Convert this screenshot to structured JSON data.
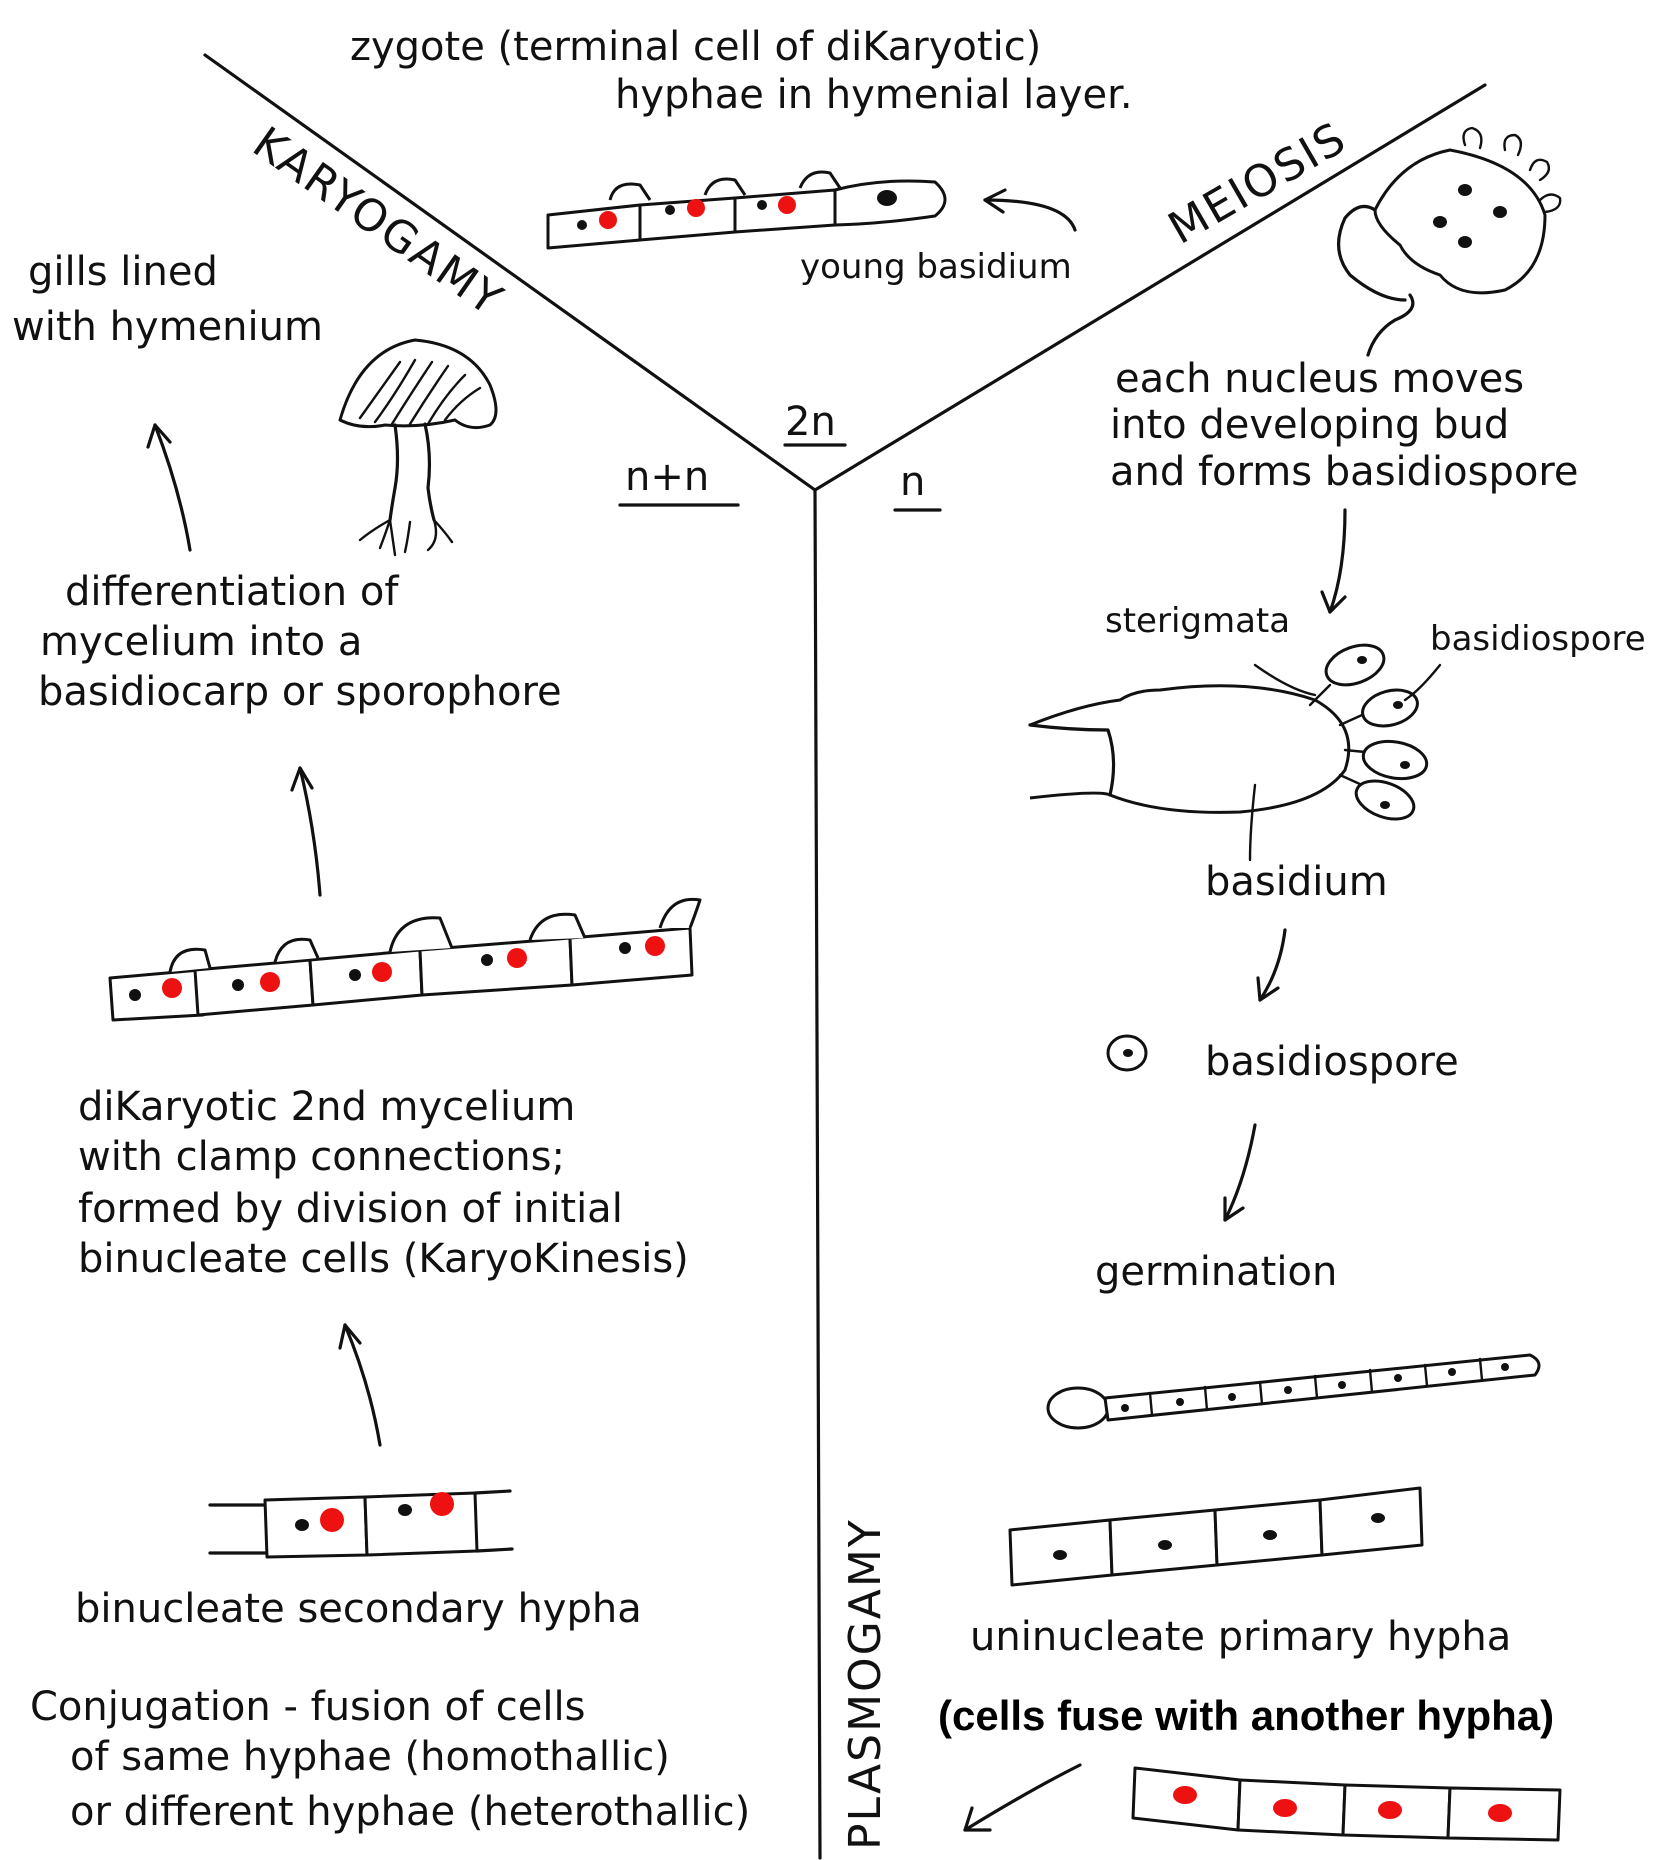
{
  "phases": {
    "karyogamy": "KARYOGAMY",
    "meiosis": "MEIOSIS",
    "plasmogamy": "PLASMOGAMY"
  },
  "ploidy": {
    "diploid": "2n",
    "dikaryon": "n+n",
    "haploid": "n"
  },
  "top": {
    "zygote_line1": "zygote (terminal cell of diKaryotic)",
    "zygote_line2": "hyphae in hymenial layer.",
    "young_basidium": "young basidium"
  },
  "left": {
    "gills_line1": "gills lined",
    "gills_line2": "with hymenium",
    "diff_line1": "differentiation of",
    "diff_line2": "mycelium into a",
    "diff_line3": "basidiocarp or sporophore",
    "dikaryotic_line1": "diKaryotic 2nd mycelium",
    "dikaryotic_line2": "with clamp connections;",
    "dikaryotic_line3": "formed by division of initial",
    "dikaryotic_line4": "binucleate cells (KaryoKinesis)",
    "binucleate": "binucleate secondary hypha",
    "conj_line1": "Conjugation - fusion of cells",
    "conj_line2": "of same hyphae (homothallic)",
    "conj_line3": "or different hyphae (heterothallic)"
  },
  "right": {
    "nucleus_line1": "each nucleus moves",
    "nucleus_line2": "into developing bud",
    "nucleus_line3": "and forms basidiospore",
    "sterigmata": "sterigmata",
    "basidiospore_label": "basidiospore",
    "basidium": "basidium",
    "basidiospore": "basidiospore",
    "germination": "germination",
    "uninucleate": "uninucleate primary hypha",
    "fuse": "(cells fuse with another hypha)"
  },
  "colors": {
    "ink": "#111111",
    "nucleus_red": "#ee1111"
  }
}
